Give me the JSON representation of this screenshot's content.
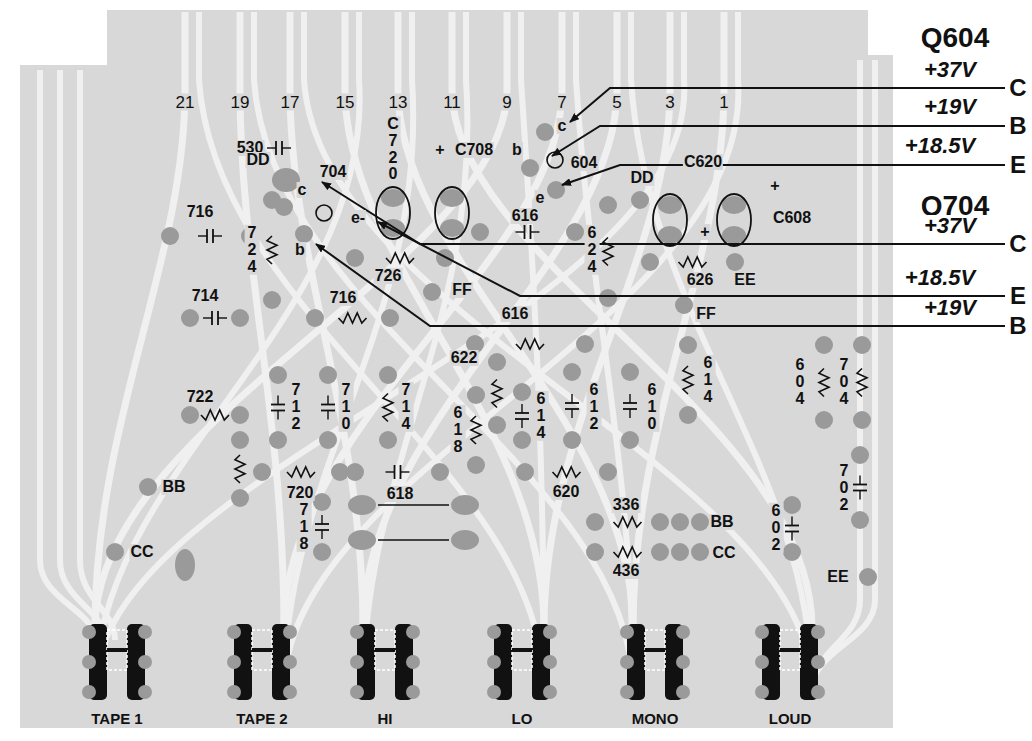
{
  "diagram": {
    "labels": [
      "Q604",
      "+37V",
      "C",
      "+19V",
      "B",
      "+18.5V",
      "E",
      "Q704",
      "+37V",
      "C",
      "+18.5V",
      "E",
      "+19V",
      "B",
      "21",
      "19",
      "17",
      "15",
      "13",
      "11",
      "9",
      "7",
      "5",
      "3",
      "1",
      "530",
      "C720",
      "DD",
      "704",
      "+",
      "C708",
      "c",
      "b",
      "604",
      "e",
      "DD",
      "C620",
      "+",
      "C608",
      "c",
      "e-",
      "b",
      "716",
      "724",
      "726",
      "616",
      "624",
      "+",
      "626",
      "EE",
      "FF",
      "FF",
      "714",
      "716",
      "616",
      "622",
      "614",
      "604",
      "704",
      "722",
      "712",
      "710",
      "714",
      "618",
      "614",
      "612",
      "610",
      "BB",
      "720",
      "618",
      "620",
      "718",
      "336",
      "BB",
      "436",
      "CC",
      "CC",
      "602",
      "702",
      "EE",
      "TAPE 1",
      "TAPE 2",
      "HI",
      "LO",
      "MONO",
      "LOUD"
    ]
  }
}
